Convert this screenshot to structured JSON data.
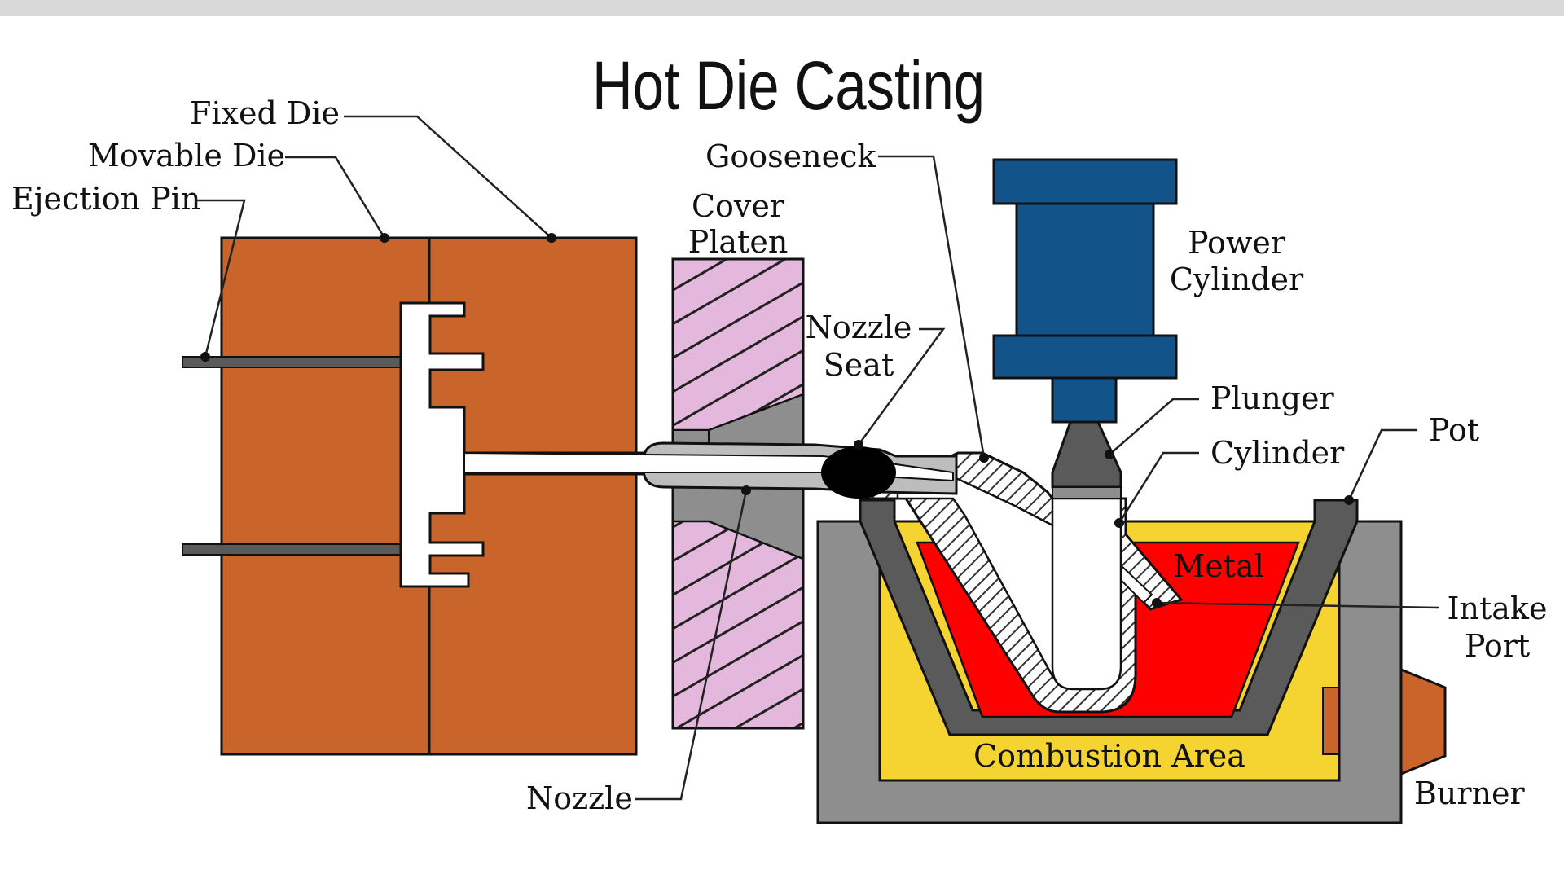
{
  "title": "Hot Die Casting",
  "labels": {
    "fixed_die": "Fixed Die",
    "movable_die": "Movable Die",
    "ejection_pin": "Ejection Pin",
    "cover": "Cover",
    "platen": "Platen",
    "gooseneck": "Gooseneck",
    "nozzle_seat_1": "Nozzle",
    "nozzle_seat_2": "Seat",
    "power_1": "Power",
    "power_2": "Cylinder",
    "plunger": "Plunger",
    "cylinder": "Cylinder",
    "pot": "Pot",
    "metal": "Metal",
    "intake_1": "Intake",
    "intake_2": "Port",
    "combustion_area": "Combustion Area",
    "burner": "Burner",
    "nozzle": "Nozzle"
  },
  "colors": {
    "die": "#C9652A",
    "platen": "#E4B8DC",
    "steel": "#8E8E8E",
    "dark_steel": "#5A5A5A",
    "metal": "#FF0000",
    "combustion": "#F5D431",
    "cylinder_blue": "#12538A",
    "outline": "#111111"
  }
}
